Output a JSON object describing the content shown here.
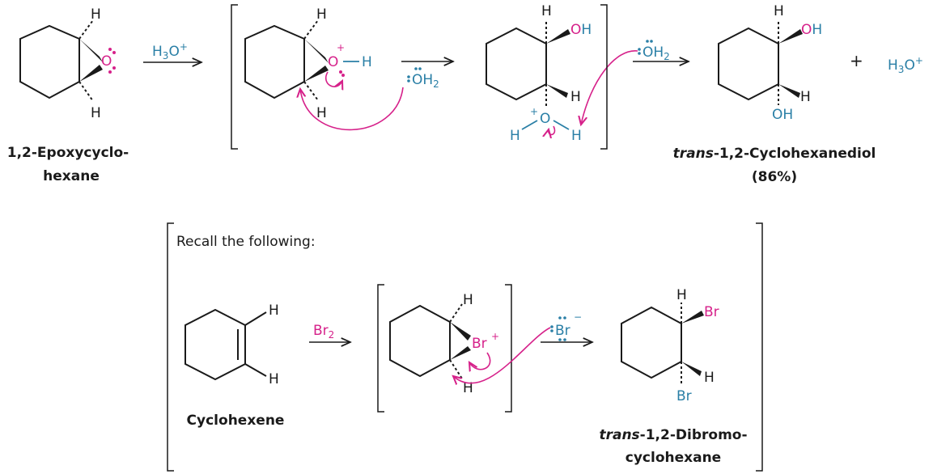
{
  "colors": {
    "black": "#1a1a1a",
    "magenta": "#d6218a",
    "teal": "#2a7fa6"
  },
  "top": {
    "reactant": {
      "name_line1": "1,2-Epoxycyclo-",
      "name_line2": "hexane",
      "o": "O",
      "h_top": "H",
      "h_bottom": "H"
    },
    "step1": {
      "reagent": "H",
      "reagent_sub": "3",
      "reagent_o": "O",
      "reagent_charge": "+"
    },
    "intermediate1": {
      "o": "O",
      "charge": "+",
      "h": "H",
      "h_top": "H",
      "h_bottom": "H",
      "water": "OH",
      "water_sub": "2"
    },
    "intermediate2": {
      "oh_o": "O",
      "oh_h": "H",
      "h_top": "H",
      "h_mid": "H",
      "o": "O",
      "charge": "+",
      "h_left": "H",
      "h_right": "H"
    },
    "step2": {
      "water": "OH",
      "water_sub": "2"
    },
    "product": {
      "name_line1_italic": "trans",
      "name_line1_rest": "-1,2-Cyclohexanediol",
      "name_line2": "(86%)",
      "oh_top_o": "O",
      "oh_top_h": "H",
      "h_top": "H",
      "h_bottom": "H",
      "oh_bottom": "OH"
    },
    "plus": "+",
    "byproduct": {
      "h": "H",
      "sub": "3",
      "o": "O",
      "charge": "+"
    }
  },
  "bottom": {
    "heading": "Recall the following:",
    "cyclohexene": {
      "name": "Cyclohexene",
      "h_top": "H",
      "h_bottom": "H"
    },
    "step": {
      "reagent": "Br",
      "reagent_sub": "2"
    },
    "bromonium": {
      "br": "Br",
      "charge": "+",
      "h_top": "H",
      "h_bottom": "H"
    },
    "bromide": {
      "br": "Br",
      "charge": "−"
    },
    "product": {
      "name_line1_italic": "trans",
      "name_line1_rest": "-1,2-Dibromo-",
      "name_line2": "cyclohexane",
      "h_top": "H",
      "br_top": "Br",
      "h_bottom": "H",
      "br_bottom": "Br"
    }
  }
}
